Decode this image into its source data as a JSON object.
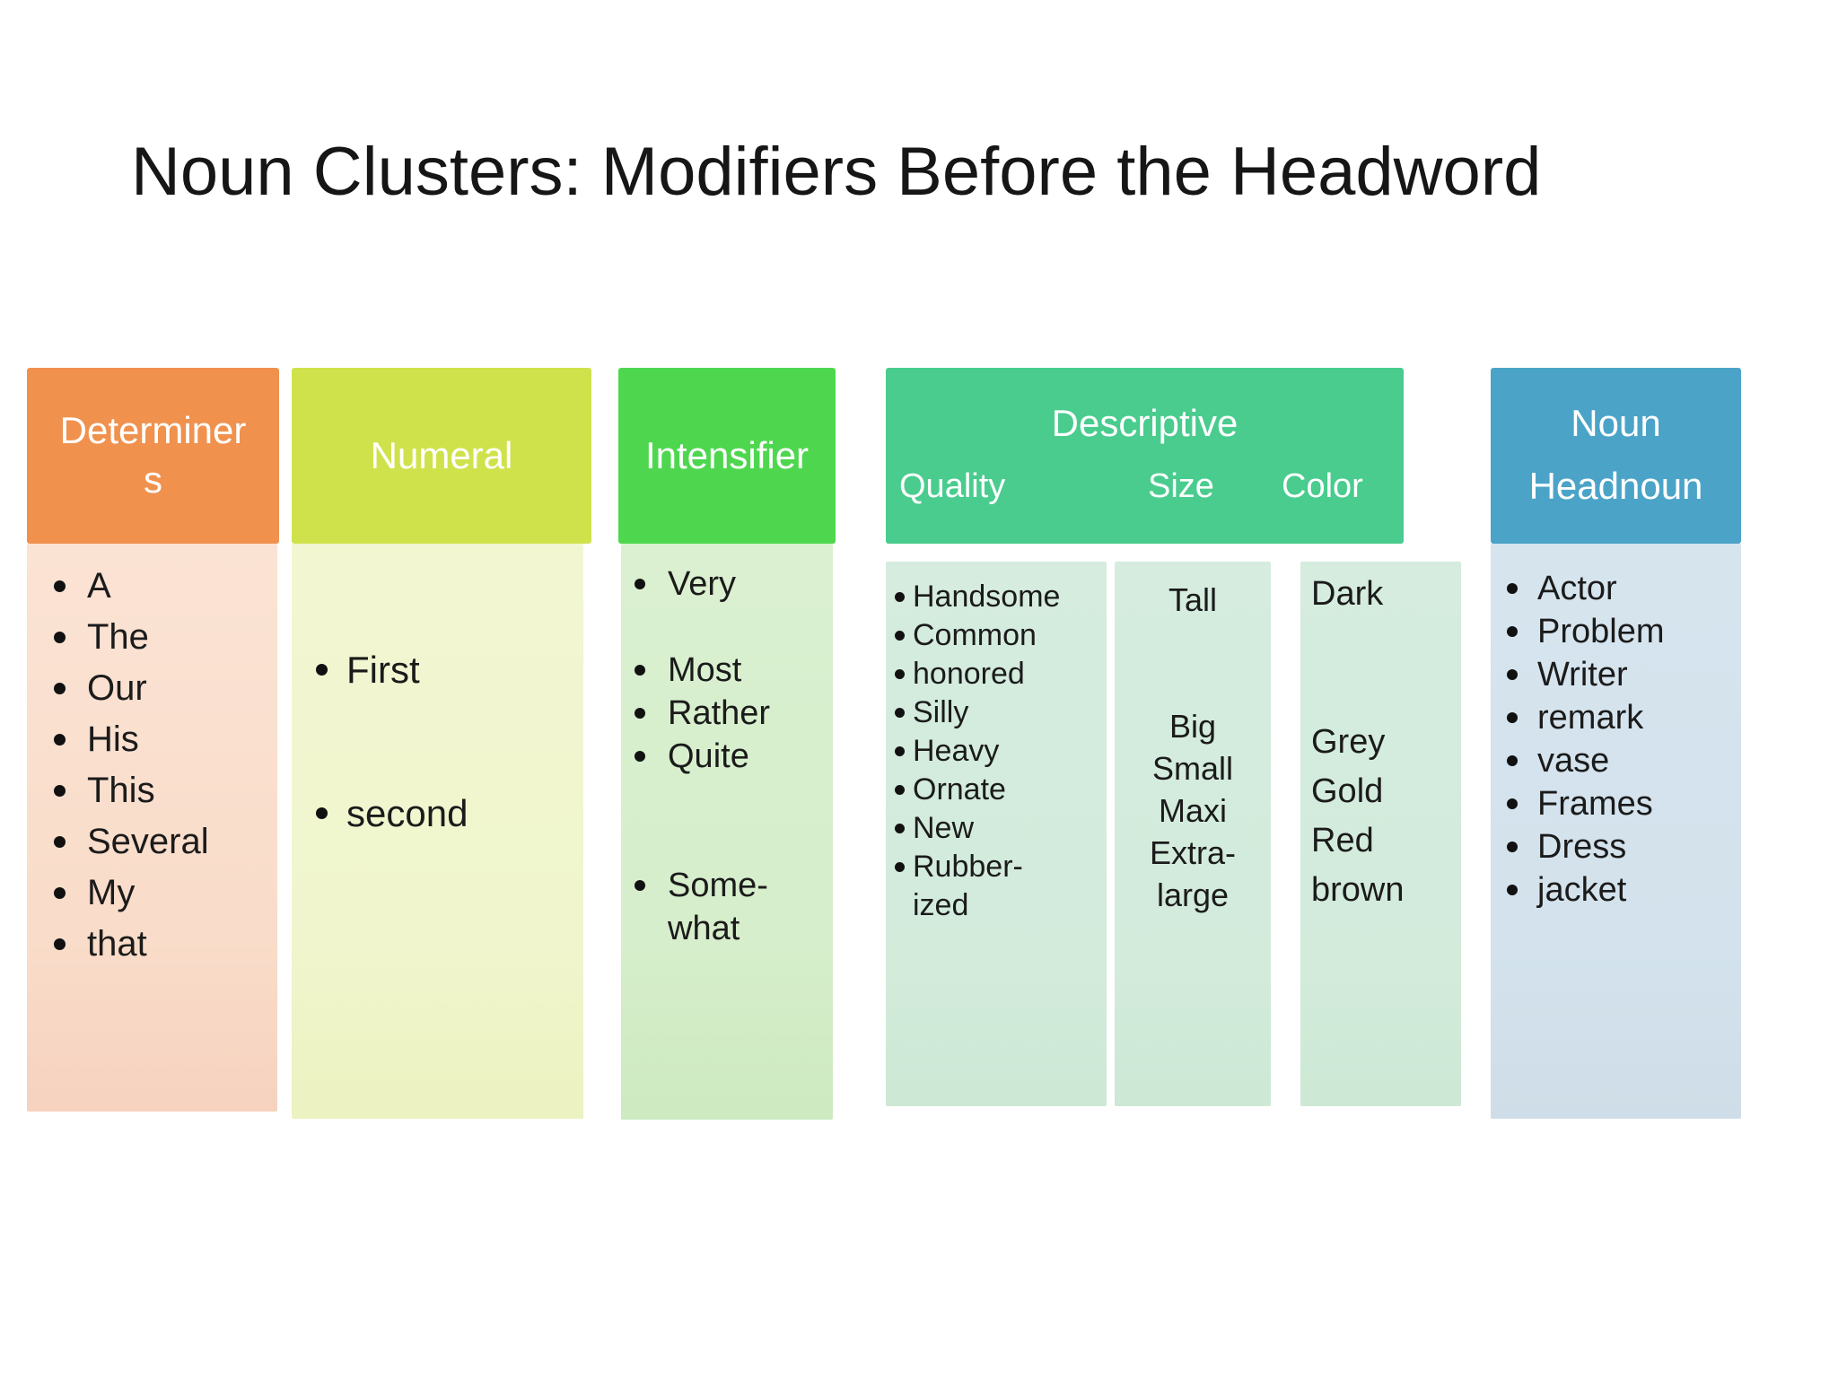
{
  "title": "Noun Clusters: Modifiers Before the Headword",
  "palette": {
    "background": "#ffffff",
    "title_text": "#161616",
    "header_text": "#ffffff",
    "list_text": "#1b1b1b",
    "determiners_header": "#f0914e",
    "determiners_body": "#f9dcc9",
    "numeral_header": "#d0e24b",
    "numeral_body": "#f0f5cd",
    "intensifier_header": "#4ed74e",
    "intensifier_body": "#d6eecb",
    "descriptive_header": "#49cc8e",
    "descriptive_body": "#d2ebdb",
    "noun_header": "#4ba4c8",
    "noun_body": "#d3e2ec"
  },
  "columns": {
    "determiners": {
      "header": "Determiner\ns",
      "items": [
        "A",
        "The",
        "Our",
        "His",
        "This",
        "Several",
        "My",
        "that"
      ]
    },
    "numeral": {
      "header": "Numeral",
      "items": [
        "First",
        "",
        "second"
      ]
    },
    "intensifier": {
      "header": "Intensifier",
      "items": [
        "Very",
        "",
        "Most",
        "Rather",
        "Quite",
        "",
        "",
        "Some-\nwhat"
      ]
    },
    "descriptive": {
      "header": "Descriptive",
      "subheaders": [
        "Quality",
        "Size",
        "Color"
      ],
      "quality_items": [
        "Handsome",
        "Common",
        "honored",
        "Silly",
        "Heavy",
        "Ornate",
        "New",
        "Rubber-\nized"
      ],
      "size_items": [
        "Tall",
        "",
        "",
        "Big",
        "Small",
        "Maxi",
        "Extra-\nlarge"
      ],
      "color_items": [
        "Dark",
        "",
        "",
        "Grey",
        "Gold",
        "Red",
        "brown"
      ]
    },
    "noun": {
      "header": "Noun\nHeadnoun",
      "items": [
        "Actor",
        "Problem",
        "Writer",
        "remark",
        "vase",
        "Frames",
        "Dress",
        "jacket"
      ]
    }
  }
}
